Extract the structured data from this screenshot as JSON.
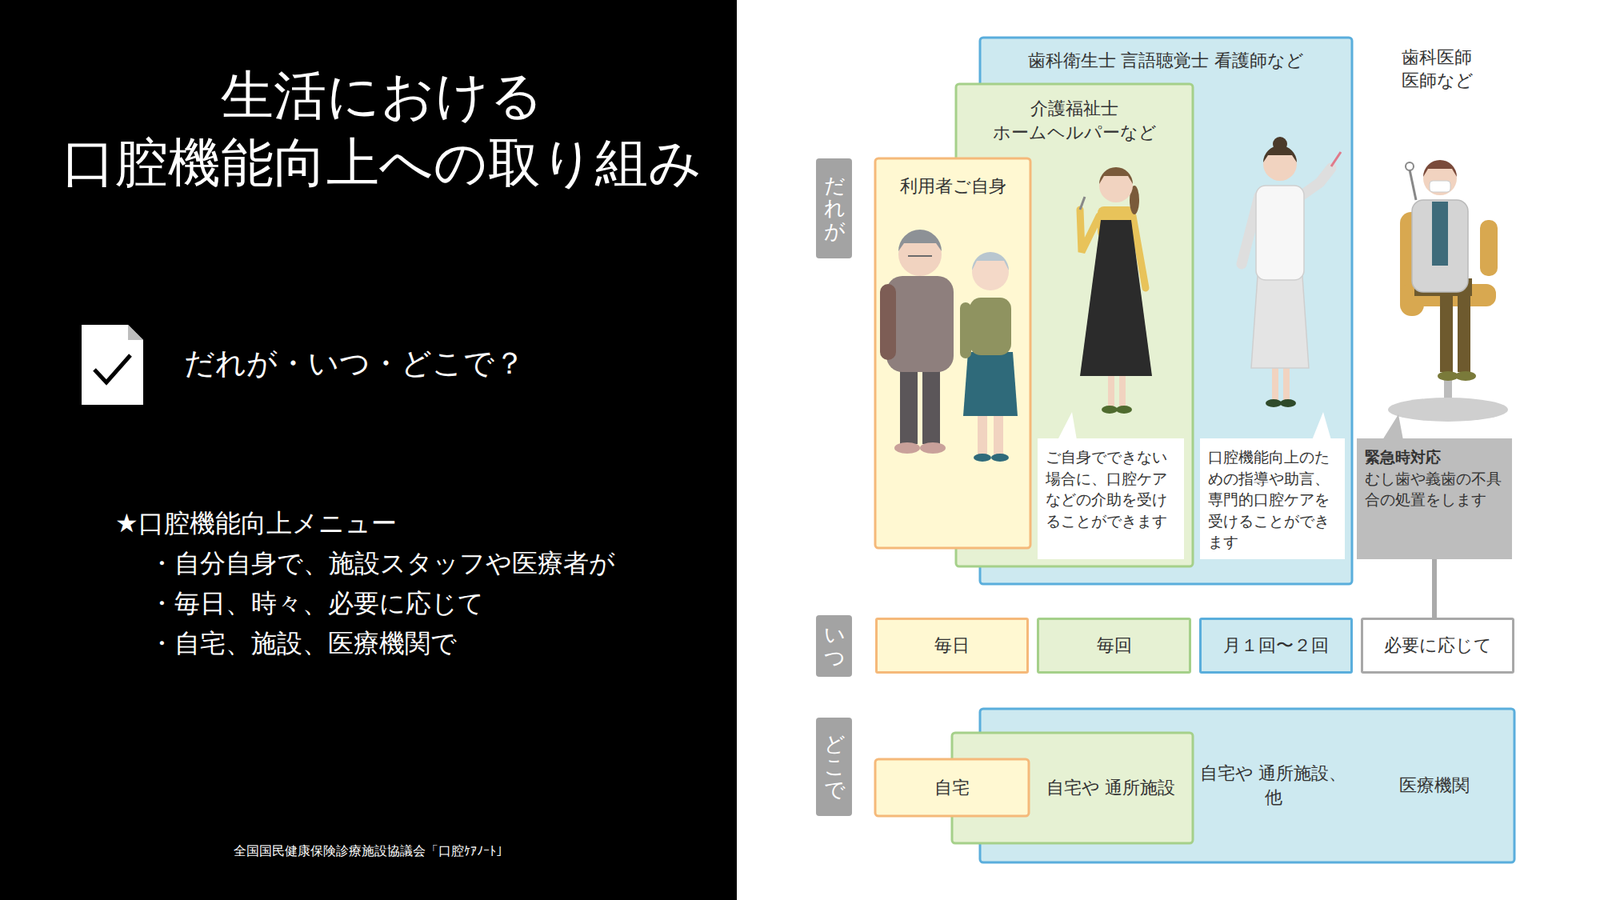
{
  "diagram": {
    "title": "生活における 口腔機能向上への取り組み",
    "nodes": [
      {
        "text": [
          "だれが"
        ]
      },
      {
        "text": [
          "歯科衛生士 言語聴覚士 看護師など"
        ]
      },
      {
        "text": [
          "介護福祉士 ホームヘルパーなど"
        ]
      },
      {
        "text": [
          "利用者ご自身"
        ]
      },
      {
        "text": [
          "ご自身でできない場合に、口腔ケアなどの介助を受けることができます"
        ],
        "in": 2
      },
      {
        "text": [
          "口腔機能向上のための指導や助言、専門的口腔ケアを受けることができます"
        ],
        "in": 1
      },
      {
        "text": [
          "緊急時対応",
          "むし歯や義歯の不具合の処置をします"
        ]
      },
      {
        "text": [
          "いつ"
        ]
      },
      {
        "text": [
          "毎日"
        ]
      },
      {
        "text": [
          "毎回"
        ]
      },
      {
        "text": [
          "月１回〜２回"
        ]
      },
      {
        "text": [
          "必要に応じて"
        ]
      },
      {
        "text": [
          "どこで"
        ]
      },
      {
        "text": [
          "自宅や 通所施設、他",
          "医療機関"
        ]
      },
      {
        "text": [
          "自宅や 通所施設"
        ]
      },
      {
        "text": [
          "自宅"
        ]
      }
    ],
    "edges": [
      {
        "from": 6,
        "to": 11,
        "arrow": "none"
      }
    ],
    "labels": [
      "だれが・いつ・どこで？",
      "★口腔機能向上メニュー",
      "・自分自身で、施設スタッフや医療者が",
      "・毎日、時々、必要に応じて",
      "・自宅、施設、医療機関で",
      "歯科医師 医師など",
      "全国国民健康保険診療施設協議会「口腔ｹｱﾉｰﾄ」"
    ]
  }
}
